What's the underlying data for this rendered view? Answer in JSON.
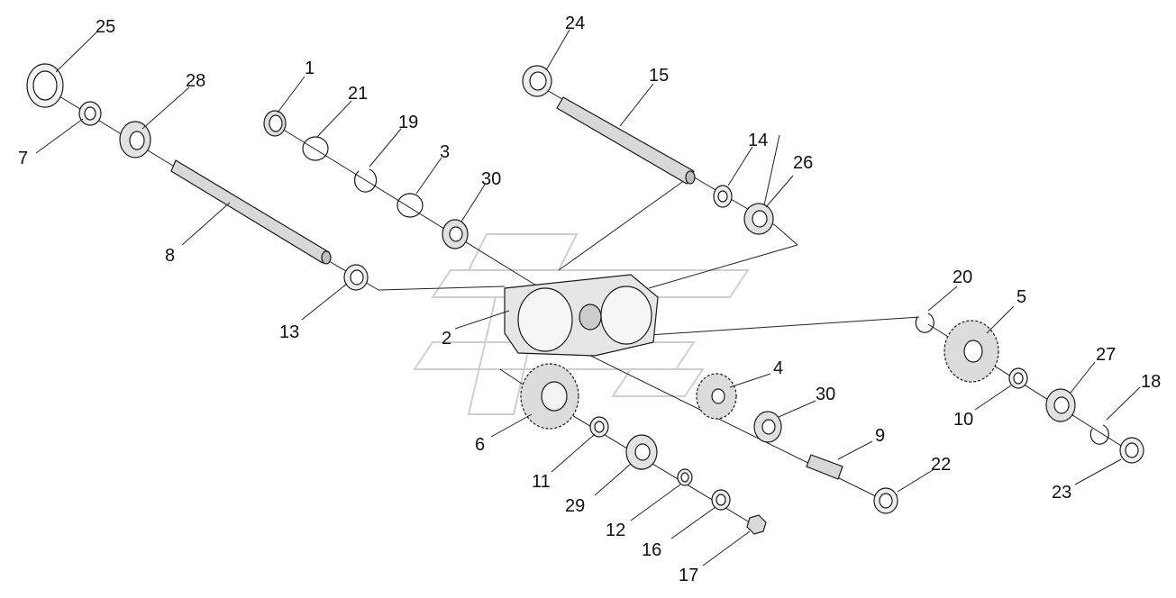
{
  "diagram": {
    "type": "exploded-parts-view",
    "callouts": [
      {
        "id": "c25",
        "label": "25"
      },
      {
        "id": "c28",
        "label": "28"
      },
      {
        "id": "c7",
        "label": "7"
      },
      {
        "id": "c8",
        "label": "8"
      },
      {
        "id": "c1",
        "label": "1"
      },
      {
        "id": "c21",
        "label": "21"
      },
      {
        "id": "c19",
        "label": "19"
      },
      {
        "id": "c3",
        "label": "3"
      },
      {
        "id": "c30a",
        "label": "30"
      },
      {
        "id": "c13",
        "label": "13"
      },
      {
        "id": "c24",
        "label": "24"
      },
      {
        "id": "c15",
        "label": "15"
      },
      {
        "id": "c14",
        "label": "14"
      },
      {
        "id": "c26",
        "label": "26"
      },
      {
        "id": "c2",
        "label": "2"
      },
      {
        "id": "c20",
        "label": "20"
      },
      {
        "id": "c5",
        "label": "5"
      },
      {
        "id": "c27",
        "label": "27"
      },
      {
        "id": "c18",
        "label": "18"
      },
      {
        "id": "c10",
        "label": "10"
      },
      {
        "id": "c23",
        "label": "23"
      },
      {
        "id": "c4",
        "label": "4"
      },
      {
        "id": "c30b",
        "label": "30"
      },
      {
        "id": "c9",
        "label": "9"
      },
      {
        "id": "c22",
        "label": "22"
      },
      {
        "id": "c6",
        "label": "6"
      },
      {
        "id": "c11",
        "label": "11"
      },
      {
        "id": "c29",
        "label": "29"
      },
      {
        "id": "c12",
        "label": "12"
      },
      {
        "id": "c16",
        "label": "16"
      },
      {
        "id": "c17",
        "label": "17"
      }
    ]
  }
}
